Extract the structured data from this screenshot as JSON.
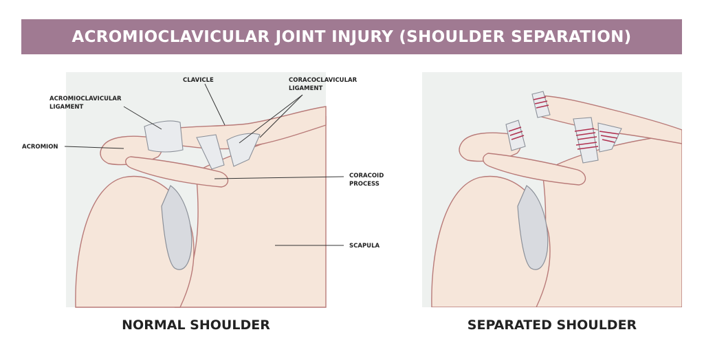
{
  "title": "ACROMIOCLAVICULAR JOINT INJURY (SHOULDER SEPARATION)",
  "labels": {
    "clavicle": "CLAVICLE",
    "coracoclavicular_1": "CORACOCLAVICULAR",
    "coracoclavicular_2": "LIGAMENT",
    "acromioclavicular_1": "ACROMIOCLAVICULAR",
    "acromioclavicular_2": "LIGAMENT",
    "acromion": "ACROMION",
    "coracoid_1": "CORACOID",
    "coracoid_2": "PROCESS",
    "scapula": "SCAPULA"
  },
  "captions": {
    "normal": "NORMAL SHOULDER",
    "separated": "SEPARATED SHOULDER"
  },
  "colors": {
    "title_bar": "#a07a92",
    "panel_bg": "#eef1ef",
    "bone": "#f6e6da",
    "bone_outline": "#b87a78",
    "ligament": "#e9ebee",
    "ligament_outline": "#8a8f98",
    "tear": "#b0304f",
    "cartilage": "#d8dadf"
  }
}
